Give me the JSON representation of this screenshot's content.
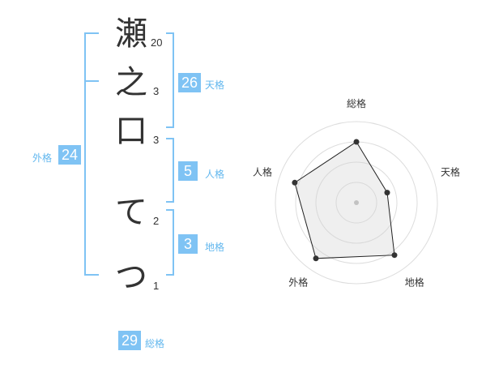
{
  "name": {
    "characters": [
      {
        "char": "瀬",
        "strokes": "20"
      },
      {
        "char": "之",
        "strokes": "3"
      },
      {
        "char": "口",
        "strokes": "3"
      },
      {
        "char": "て",
        "strokes": "2"
      },
      {
        "char": "つ",
        "strokes": "1"
      }
    ]
  },
  "fortune": {
    "tenkaku": {
      "value": "26",
      "label": "天格"
    },
    "jinkaku": {
      "value": "5",
      "label": "人格"
    },
    "chikaku": {
      "value": "3",
      "label": "地格"
    },
    "gaikaku": {
      "value": "24",
      "label": "外格"
    },
    "soukaku": {
      "value": "29",
      "label": "総格"
    }
  },
  "colors": {
    "accent": "#7fc3f4",
    "accent_text": "#62b7ee",
    "text": "#333333"
  },
  "chart_data": {
    "type": "radar",
    "axes": [
      "総格",
      "天格",
      "地格",
      "外格",
      "人格"
    ],
    "values": [
      0.75,
      0.4,
      0.8,
      0.85,
      0.8
    ],
    "range": [
      0,
      1
    ],
    "rings": 4
  }
}
